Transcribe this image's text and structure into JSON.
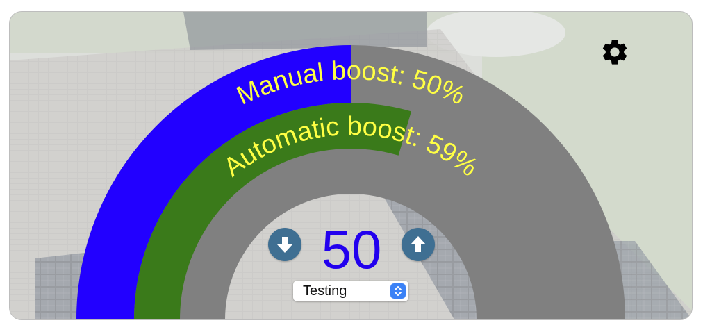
{
  "manual_boost": {
    "label": "Manual boost: 50%",
    "percent": 50,
    "fill_color": "#2200ff",
    "track_color": "#808080"
  },
  "automatic_boost": {
    "label": "Automatic boost: 59%",
    "percent": 59,
    "fill_color": "#3a7a1a"
  },
  "label_color": "#ffff44",
  "setpoint": {
    "value": "50",
    "color": "#2200ee"
  },
  "mode_select": {
    "selected": "Testing"
  },
  "icons": {
    "settings": "gear-icon",
    "decrease": "arrow-down-circle-icon",
    "increase": "arrow-up-circle-icon",
    "select": "chevron-up-down-icon"
  },
  "button_color": "#3f6f92"
}
